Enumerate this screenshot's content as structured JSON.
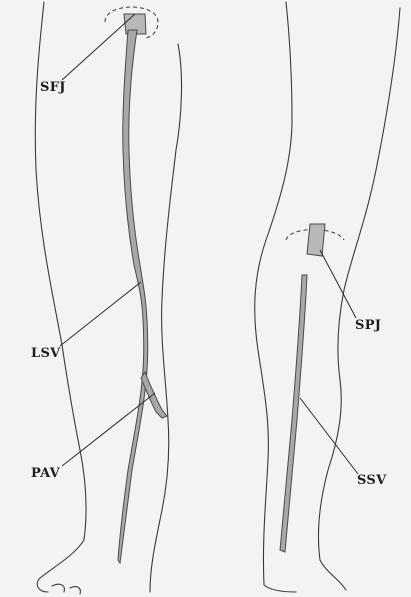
{
  "labels": {
    "sfj": "SFJ",
    "lsv": "LSV",
    "pav": "PAV",
    "spj": "SPJ",
    "ssv": "SSV"
  },
  "colors": {
    "background": "#f3f3f1",
    "outline": "#3a3a3a",
    "vein_fill": "#a8a8a8",
    "vein_edge": "#4a4a4a",
    "leader_line": "#2a2a2a"
  }
}
